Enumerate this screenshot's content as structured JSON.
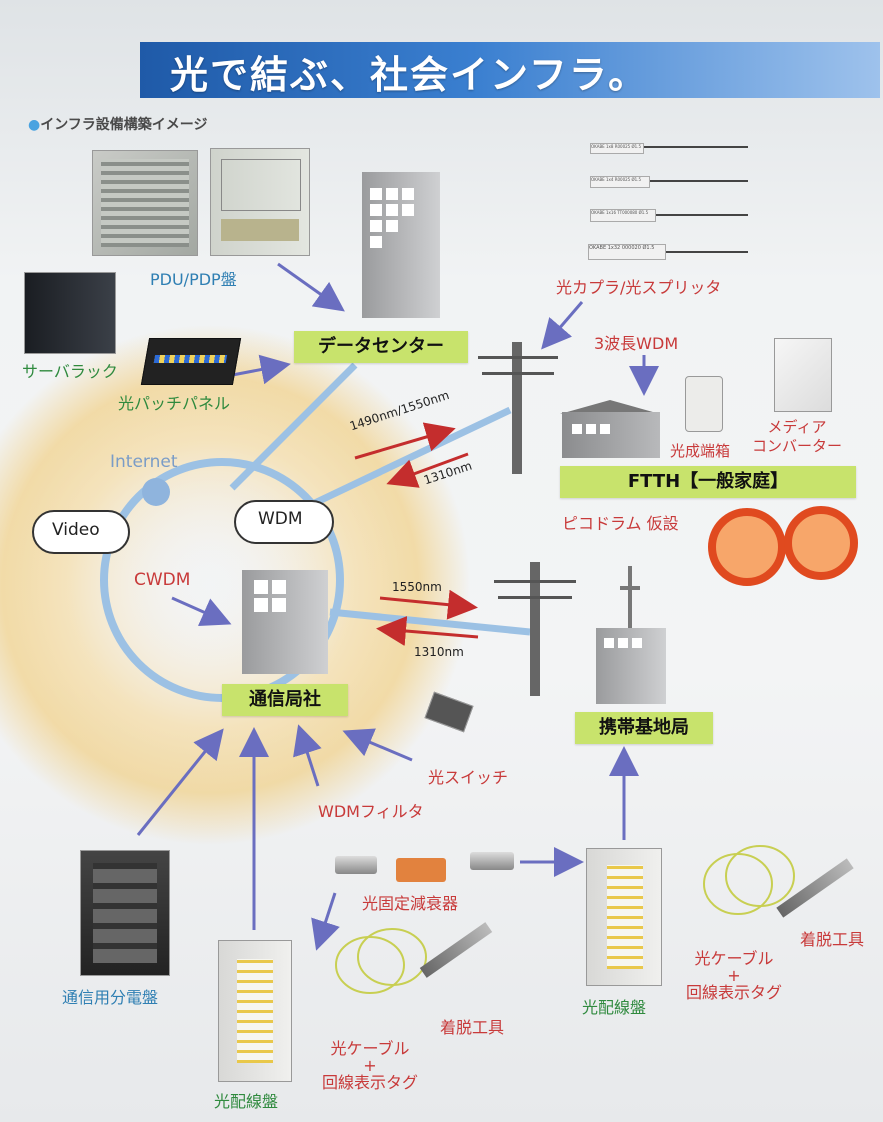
{
  "title": "光で結ぶ、社会インフラ。",
  "subtitle": "インフラ設備構築イメージ",
  "nodes": {
    "data_center": "データセンター",
    "ftth": "FTTH【一般家庭】",
    "office": "通信局社",
    "mobile_base": "携帯基地局"
  },
  "labels": {
    "pdu": "PDU/PDP盤",
    "server_rack": "サーバラック",
    "patch_panel": "光パッチパネル",
    "coupler": "光カプラ/光スプリッタ",
    "wdm3": "3波長WDM",
    "onu": "光成端箱",
    "media_converter": "メディア\nコンバーター",
    "pico_drum": "ピコドラム 仮設",
    "internet": "Internet",
    "video": "Video",
    "wdm_cloud": "WDM",
    "cwdm": "CWDM",
    "wl_1490_1550": "1490nm/1550nm",
    "wl_1310_a": "1310nm",
    "wl_1550": "1550nm",
    "wl_1310_b": "1310nm",
    "optical_switch": "光スイッチ",
    "wdm_filter": "WDMフィルタ",
    "attenuator": "光固定減衰器",
    "distribution_panel": "通信用分電盤",
    "fdf_left": "光配線盤",
    "fdf_right": "光配線盤",
    "cable_tag_left": "光ケーブル\n+\n回線表示タグ",
    "cable_tag_right": "光ケーブル\n+\n回線表示タグ",
    "tool_left": "着脱工具",
    "tool_right": "着脱工具"
  },
  "splitter_tags": [
    "OKABE 1x8 R00025 Ø1.5",
    "OKABE 1x4 R00025 Ø1.5",
    "OKABE 1x16 TT000080 Ø1.5",
    "OKABE 1x32 000020 Ø1.5"
  ],
  "colors": {
    "banner": "#2c6bbd",
    "label_box": "#c8e36c",
    "line": "#93b8de",
    "arrow": "#6a6ec0",
    "red_arrow": "#c42d2d"
  }
}
